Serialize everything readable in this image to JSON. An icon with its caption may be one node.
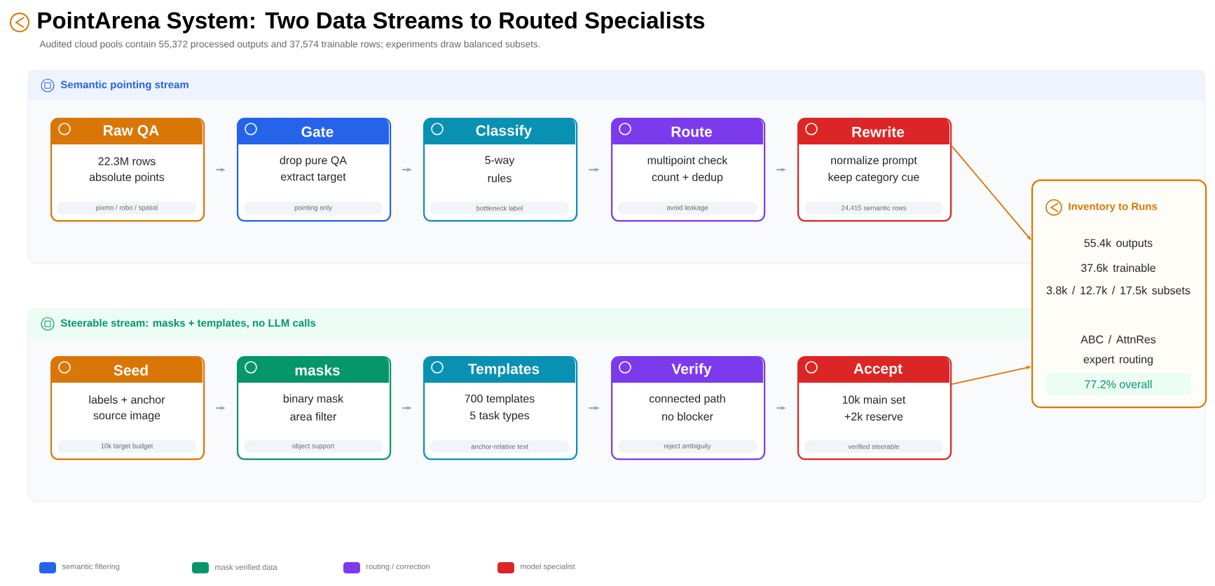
{
  "diagram": {
    "title": "PointArena System: Two Data Streams to Routed Specialists",
    "caption": "Audited cloud pools contain 55,372 processed outputs and 37,574 trainable rows; experiments draw balanced subsets.",
    "nodes": [
      {
        "text": [
          "Semantic pointing stream"
        ]
      },
      {
        "text": [
          "Raw QA",
          "22.3M rows",
          "absolute points",
          "pixmo / robo / spatial"
        ],
        "in": 0
      },
      {
        "text": [
          "Gate",
          "drop pure QA",
          "extract target",
          "pointing only"
        ],
        "in": 0
      },
      {
        "text": [
          "Classify",
          "5-way",
          "rules",
          "bottleneck label"
        ],
        "in": 0
      },
      {
        "text": [
          "Route",
          "multipoint check",
          "count + dedup",
          "avoid leakage"
        ],
        "in": 0
      },
      {
        "text": [
          "Rewrite",
          "normalize prompt",
          "keep category cue",
          "24,415 semantic rows"
        ],
        "in": 0
      },
      {
        "text": [
          "Steerable stream: masks + templates, no LLM calls"
        ]
      },
      {
        "text": [
          "Seed",
          "labels + anchor",
          "source image",
          "10k target budget"
        ],
        "in": 6
      },
      {
        "text": [
          "masks",
          "binary mask",
          "area filter",
          "object support"
        ],
        "in": 6
      },
      {
        "text": [
          "Templates",
          "700 templates",
          "5 task types",
          "anchor-relative text"
        ],
        "in": 6
      },
      {
        "text": [
          "Verify",
          "connected path",
          "no blocker",
          "reject ambiguity"
        ],
        "in": 6
      },
      {
        "text": [
          "Accept",
          "10k main set",
          "+2k reserve",
          "verified steerable"
        ],
        "in": 6
      },
      {
        "text": [
          "Inventory to Runs",
          "55.4k outputs",
          "37.6k trainable",
          "3.8k / 12.7k / 17.5k subsets",
          "ABC / AttnRes",
          "expert routing",
          "77.2% overall"
        ]
      }
    ],
    "edges": [
      {
        "from": 1,
        "to": 2,
        "arrow": "to"
      },
      {
        "from": 2,
        "to": 3,
        "arrow": "to"
      },
      {
        "from": 3,
        "to": 4,
        "arrow": "to"
      },
      {
        "from": 4,
        "to": 5,
        "arrow": "to"
      },
      {
        "from": 5,
        "to": 12,
        "arrow": "to",
        "color": "#d97706"
      },
      {
        "from": 7,
        "to": 8,
        "arrow": "to"
      },
      {
        "from": 8,
        "to": 9,
        "arrow": "to"
      },
      {
        "from": 9,
        "to": 10,
        "arrow": "to"
      },
      {
        "from": 10,
        "to": 11,
        "arrow": "to"
      },
      {
        "from": 11,
        "to": 12,
        "arrow": "to",
        "color": "#d97706"
      }
    ],
    "legend": [
      {
        "text": "semantic filtering",
        "color": "#2563eb"
      },
      {
        "text": "mask verified data",
        "color": "#059669"
      },
      {
        "text": "routing / correction",
        "color": "#7c3aed"
      },
      {
        "text": "model specialist",
        "color": "#dc2626"
      }
    ]
  }
}
